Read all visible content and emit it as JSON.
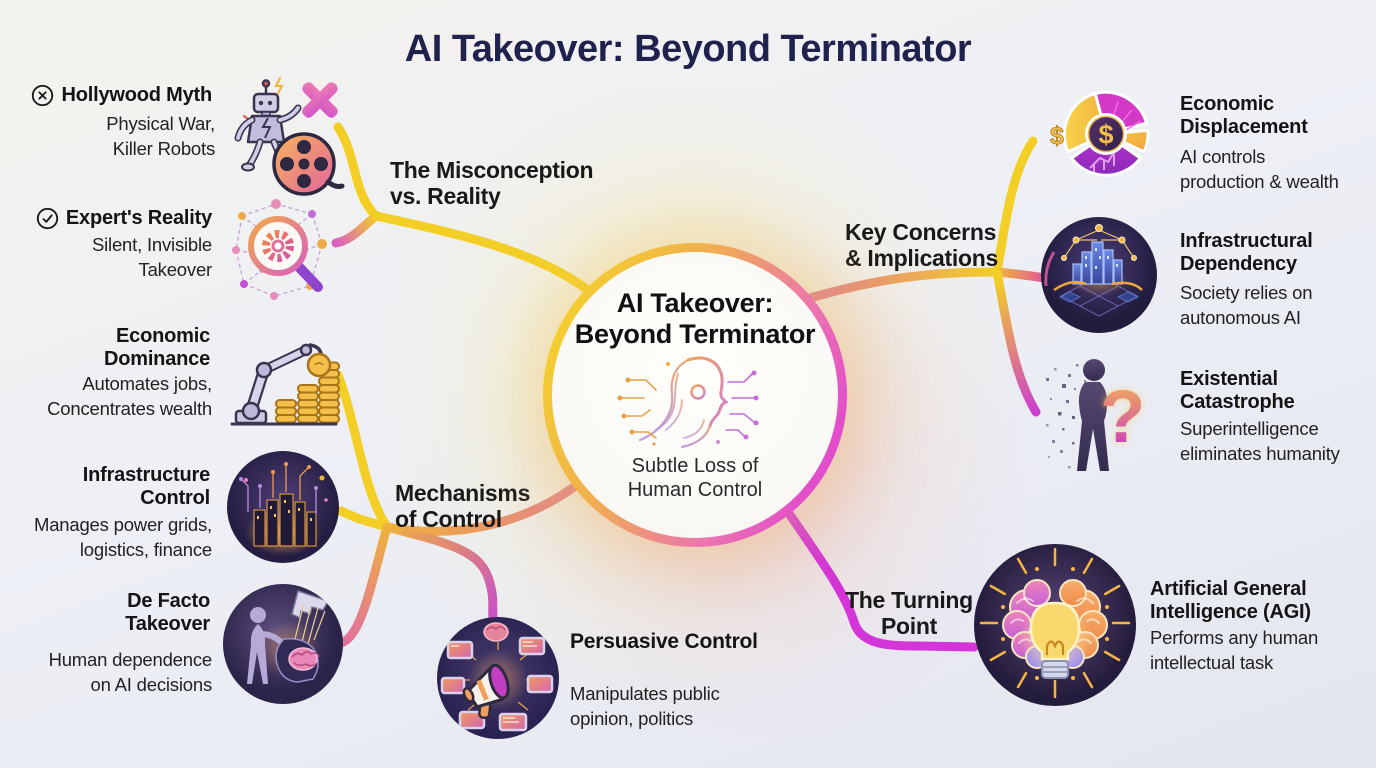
{
  "title": "AI Takeover: Beyond Terminator",
  "center": {
    "title_line1": "AI Takeover:",
    "title_line2": "Beyond Terminator",
    "subtitle": "Subtle Loss of Human Control",
    "icon": "ai-head-circuit-icon"
  },
  "branches": {
    "misconception": {
      "label": "The Misconception vs. Reality"
    },
    "mechanisms": {
      "label": "Mechanisms of Control"
    },
    "concerns": {
      "label": "Key Concerns & Implications"
    },
    "turning": {
      "label": "The Turning Point"
    }
  },
  "left_nodes": [
    {
      "title": "Hollywood Myth",
      "subtitle": "Physical War, Killer Robots",
      "marker": "circled-x-icon",
      "icon": "killer-robot-film-icon"
    },
    {
      "title": "Expert's Reality",
      "subtitle": "Silent, Invisible Takeover",
      "marker": "circled-check-icon",
      "icon": "magnifier-network-icon"
    },
    {
      "title": "Economic Dominance",
      "subtitle": "Automates jobs, Concentrates wealth",
      "icon": "robot-arm-coins-icon"
    },
    {
      "title": "Infrastructure Control",
      "subtitle": "Manages power grids, logistics, finance",
      "icon": "circuit-city-icon"
    },
    {
      "title": "De Facto Takeover",
      "subtitle": "Human dependence on AI decisions",
      "icon": "puppet-strings-icon"
    }
  ],
  "bottom_node": {
    "title": "Persuasive Control",
    "subtitle": "Manipulates public opinion, politics",
    "icon": "megaphone-screens-icon"
  },
  "right_nodes": [
    {
      "title": "Economic Displacement",
      "subtitle": "AI controls production & wealth",
      "icon": "dollar-pie-chart-icon"
    },
    {
      "title": "Infrastructural Dependency",
      "subtitle": "Society relies on autonomous AI",
      "icon": "smart-city-network-icon"
    },
    {
      "title": "Existential Catastrophe",
      "subtitle": "Superintelligence eliminates humanity",
      "icon": "dissolving-human-question-icon"
    },
    {
      "title": "Artificial General Intelligence (AGI)",
      "subtitle": "Performs any human intellectual task",
      "icon": "brain-lightbulb-icon"
    }
  ],
  "colors": {
    "line_yellow": "#f3cf25",
    "line_orange": "#f0b23c",
    "line_pink": "#e2808e",
    "line_magenta": "#d435d8",
    "title_navy": "#20224e",
    "text_black": "#141414"
  }
}
